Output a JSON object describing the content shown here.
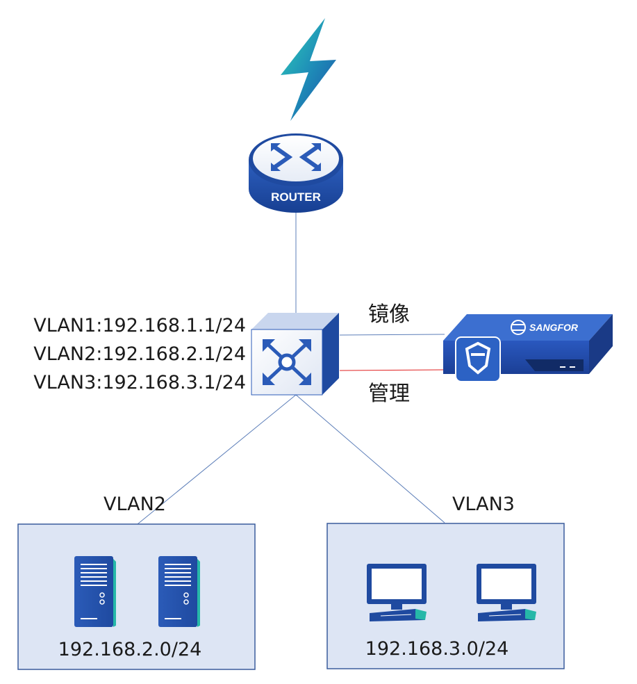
{
  "router": {
    "label": "ROUTER"
  },
  "core_switch": {
    "vlan_interfaces": [
      "VLAN1:192.168.1.1/24",
      "VLAN2:192.168.2.1/24",
      "VLAN3:192.168.3.1/24"
    ]
  },
  "links": {
    "mirror_label": "镜像",
    "management_label": "管理"
  },
  "appliance": {
    "brand": "SANGFOR"
  },
  "segments": [
    {
      "vlan": "VLAN2",
      "subnet": "192.168.2.0/24",
      "device_type": "server-icon"
    },
    {
      "vlan": "VLAN3",
      "subnet": "192.168.3.0/24",
      "device_type": "workstation-icon"
    }
  ],
  "colors": {
    "link_blue": "#5b7db8",
    "link_red": "#e02020",
    "device_blue": "#2b5bb8",
    "device_dark": "#1b3f8c",
    "teal_accent": "#26b8a8",
    "segment_fill": "#dde5f4",
    "segment_border": "#3a5c9c"
  }
}
